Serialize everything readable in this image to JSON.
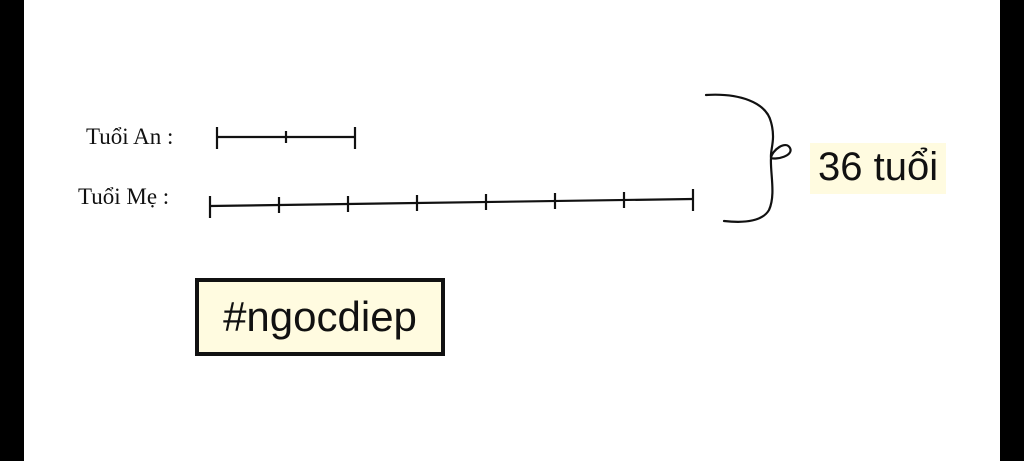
{
  "diagram": {
    "an_label": "Tuổi An :",
    "me_label": "Tuổi Mẹ :",
    "an_units": 2,
    "me_units": 7,
    "total_text": "36 tuổi",
    "tag_text": "#ngocdiep"
  },
  "colors": {
    "line": "#111111",
    "highlight": "#fffbe0",
    "background": "#ffffff",
    "frame": "#000000"
  }
}
